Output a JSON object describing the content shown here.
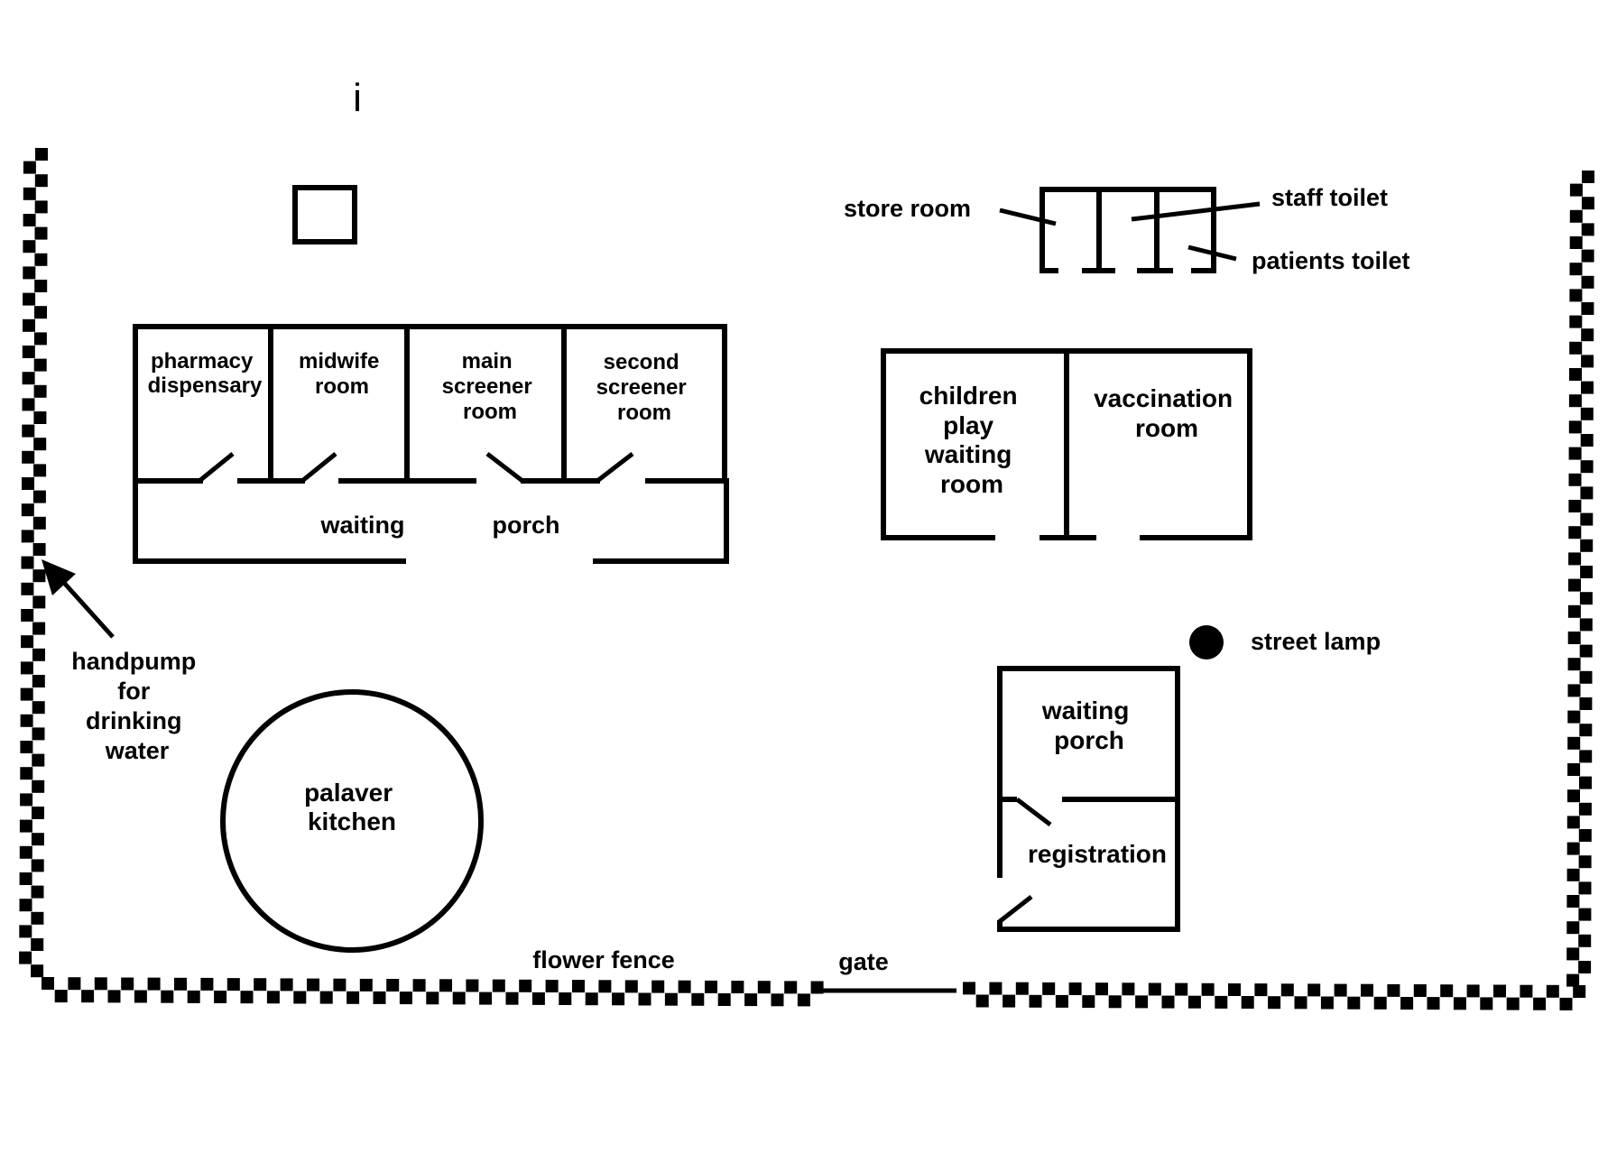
{
  "diagram": {
    "type": "site-floor-plan",
    "marker_top": "i",
    "colors": {
      "ink": "#000000",
      "background": "#ffffff"
    },
    "main_building": {
      "rooms": [
        {
          "id": "pharmacy",
          "lines": [
            "pharmacy",
            "dispensary"
          ]
        },
        {
          "id": "midwife",
          "lines": [
            "midwife",
            "room"
          ]
        },
        {
          "id": "main-screener",
          "lines": [
            "main",
            "screener",
            "room"
          ]
        },
        {
          "id": "second-screener",
          "lines": [
            "second",
            "screener",
            "room"
          ]
        }
      ],
      "porch_words": [
        "waiting",
        "porch"
      ]
    },
    "toilet_block": {
      "store_room": "store room",
      "staff_toilet": "staff toilet",
      "patients_toilet": "patients toilet"
    },
    "children_block": {
      "children_room": [
        "children",
        "play",
        "waiting",
        "room"
      ],
      "vaccination_room": [
        "vaccination",
        "room"
      ]
    },
    "registration_block": {
      "waiting_porch": [
        "waiting",
        "porch"
      ],
      "registration": "registration"
    },
    "street_lamp": "street lamp",
    "handpump": [
      "handpump",
      "for",
      "drinking",
      "water"
    ],
    "palaver_kitchen": [
      "palaver",
      "kitchen"
    ],
    "flower_fence": "flower fence",
    "gate": "gate"
  }
}
